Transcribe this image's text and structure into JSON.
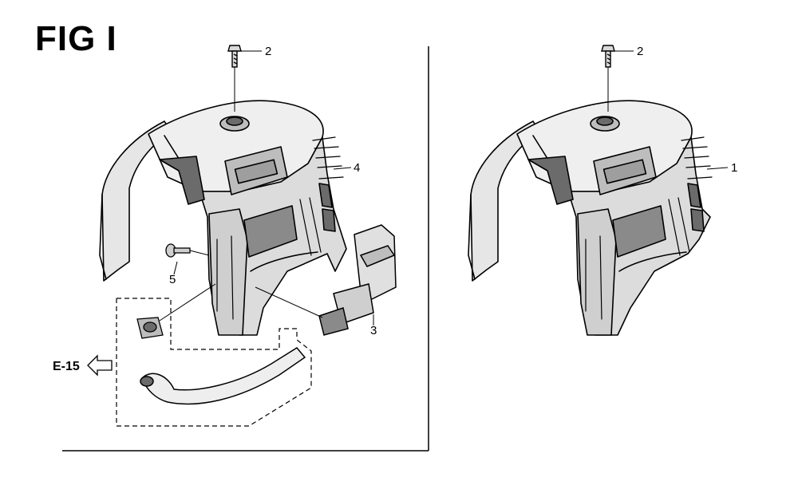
{
  "figure": {
    "title": "FIG I",
    "reference_label": "E-15",
    "callouts": {
      "left_bolt": "2",
      "right_bolt": "2",
      "cover_assembly_left": "4",
      "cover_assembly_right": "1",
      "grommet_screw": "5",
      "air_cleaner_box": "3"
    }
  },
  "colors": {
    "line": "#111111",
    "outline": "#000000",
    "shade_light": "#e6e6e6",
    "shade_mid": "#bdbdbd",
    "shade_dark": "#6b6b6b",
    "logo_fill": "#9e9e9e"
  }
}
